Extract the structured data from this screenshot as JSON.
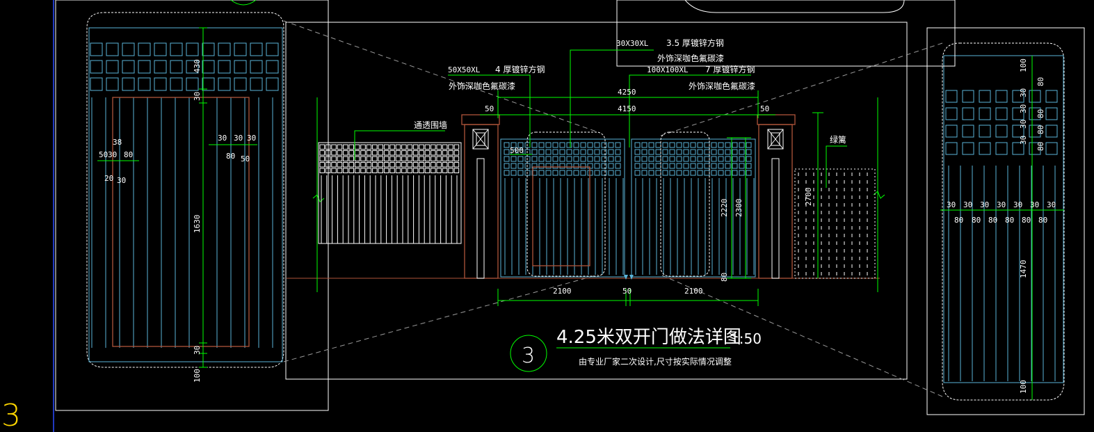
{
  "colors": {
    "background": "#000000",
    "frame": "#ffffff",
    "dimension": "#00ff00",
    "gate": "#5ab4d8",
    "panel_outline": "#ffffff",
    "brown": "#b0553a",
    "left_edge": "#2a4cff",
    "dash": "#9a9a9a"
  },
  "title": {
    "number": "3",
    "main": "4.25米双开门做法详图",
    "scale": "1:50",
    "note": "由专业厂家二次设计,尺寸按实际情况调整"
  },
  "left_detail": {
    "dims_vertical": [
      "430",
      "30",
      "1630",
      "30",
      "100"
    ],
    "dims_top_row": [
      "30",
      "30",
      "30"
    ],
    "dims_second_row": [
      "80",
      "50"
    ],
    "dims_left_a": [
      "38"
    ],
    "dims_left_b": [
      "50",
      "30",
      "80"
    ],
    "dims_left_c": [
      "20",
      "30"
    ]
  },
  "right_detail": {
    "dims_vertical_left": [
      "100",
      "30",
      "30",
      "30",
      "30",
      "1470",
      "100"
    ],
    "dims_vertical_right": [
      "80",
      "80",
      "80",
      "80"
    ],
    "dims_row_top": [
      "30",
      "30",
      "30",
      "30",
      "30",
      "30",
      "30"
    ],
    "dims_row_bottom": [
      "80",
      "80",
      "80",
      "80",
      "80",
      "80"
    ]
  },
  "main_elevation": {
    "labels": {
      "spec1_a": "30X30XL",
      "spec1_b": "3.5 厚镀锌方钢",
      "spec1_c": "外饰深咖色氟碳漆",
      "spec2_a": "50X50XL",
      "spec2_b": "4 厚镀锌方钢",
      "spec2_c": "外饰深咖色氟碳漆",
      "spec3_a": "100X100XL",
      "spec3_b": "7 厚镀锌方钢",
      "spec3_c": "外饰深咖色氟碳漆",
      "wall": "通透围墙",
      "hedge": "绿篱"
    },
    "dims": {
      "overall": "4250",
      "inner": "4150",
      "left_end": "50",
      "right_end": "50",
      "leaf_left": "2100",
      "gap": "50",
      "leaf_right": "2100",
      "opening": "500",
      "height_a": "2220",
      "height_b": "2300",
      "hedge_height": "2700",
      "base": "80"
    }
  },
  "corner_mark": "3"
}
